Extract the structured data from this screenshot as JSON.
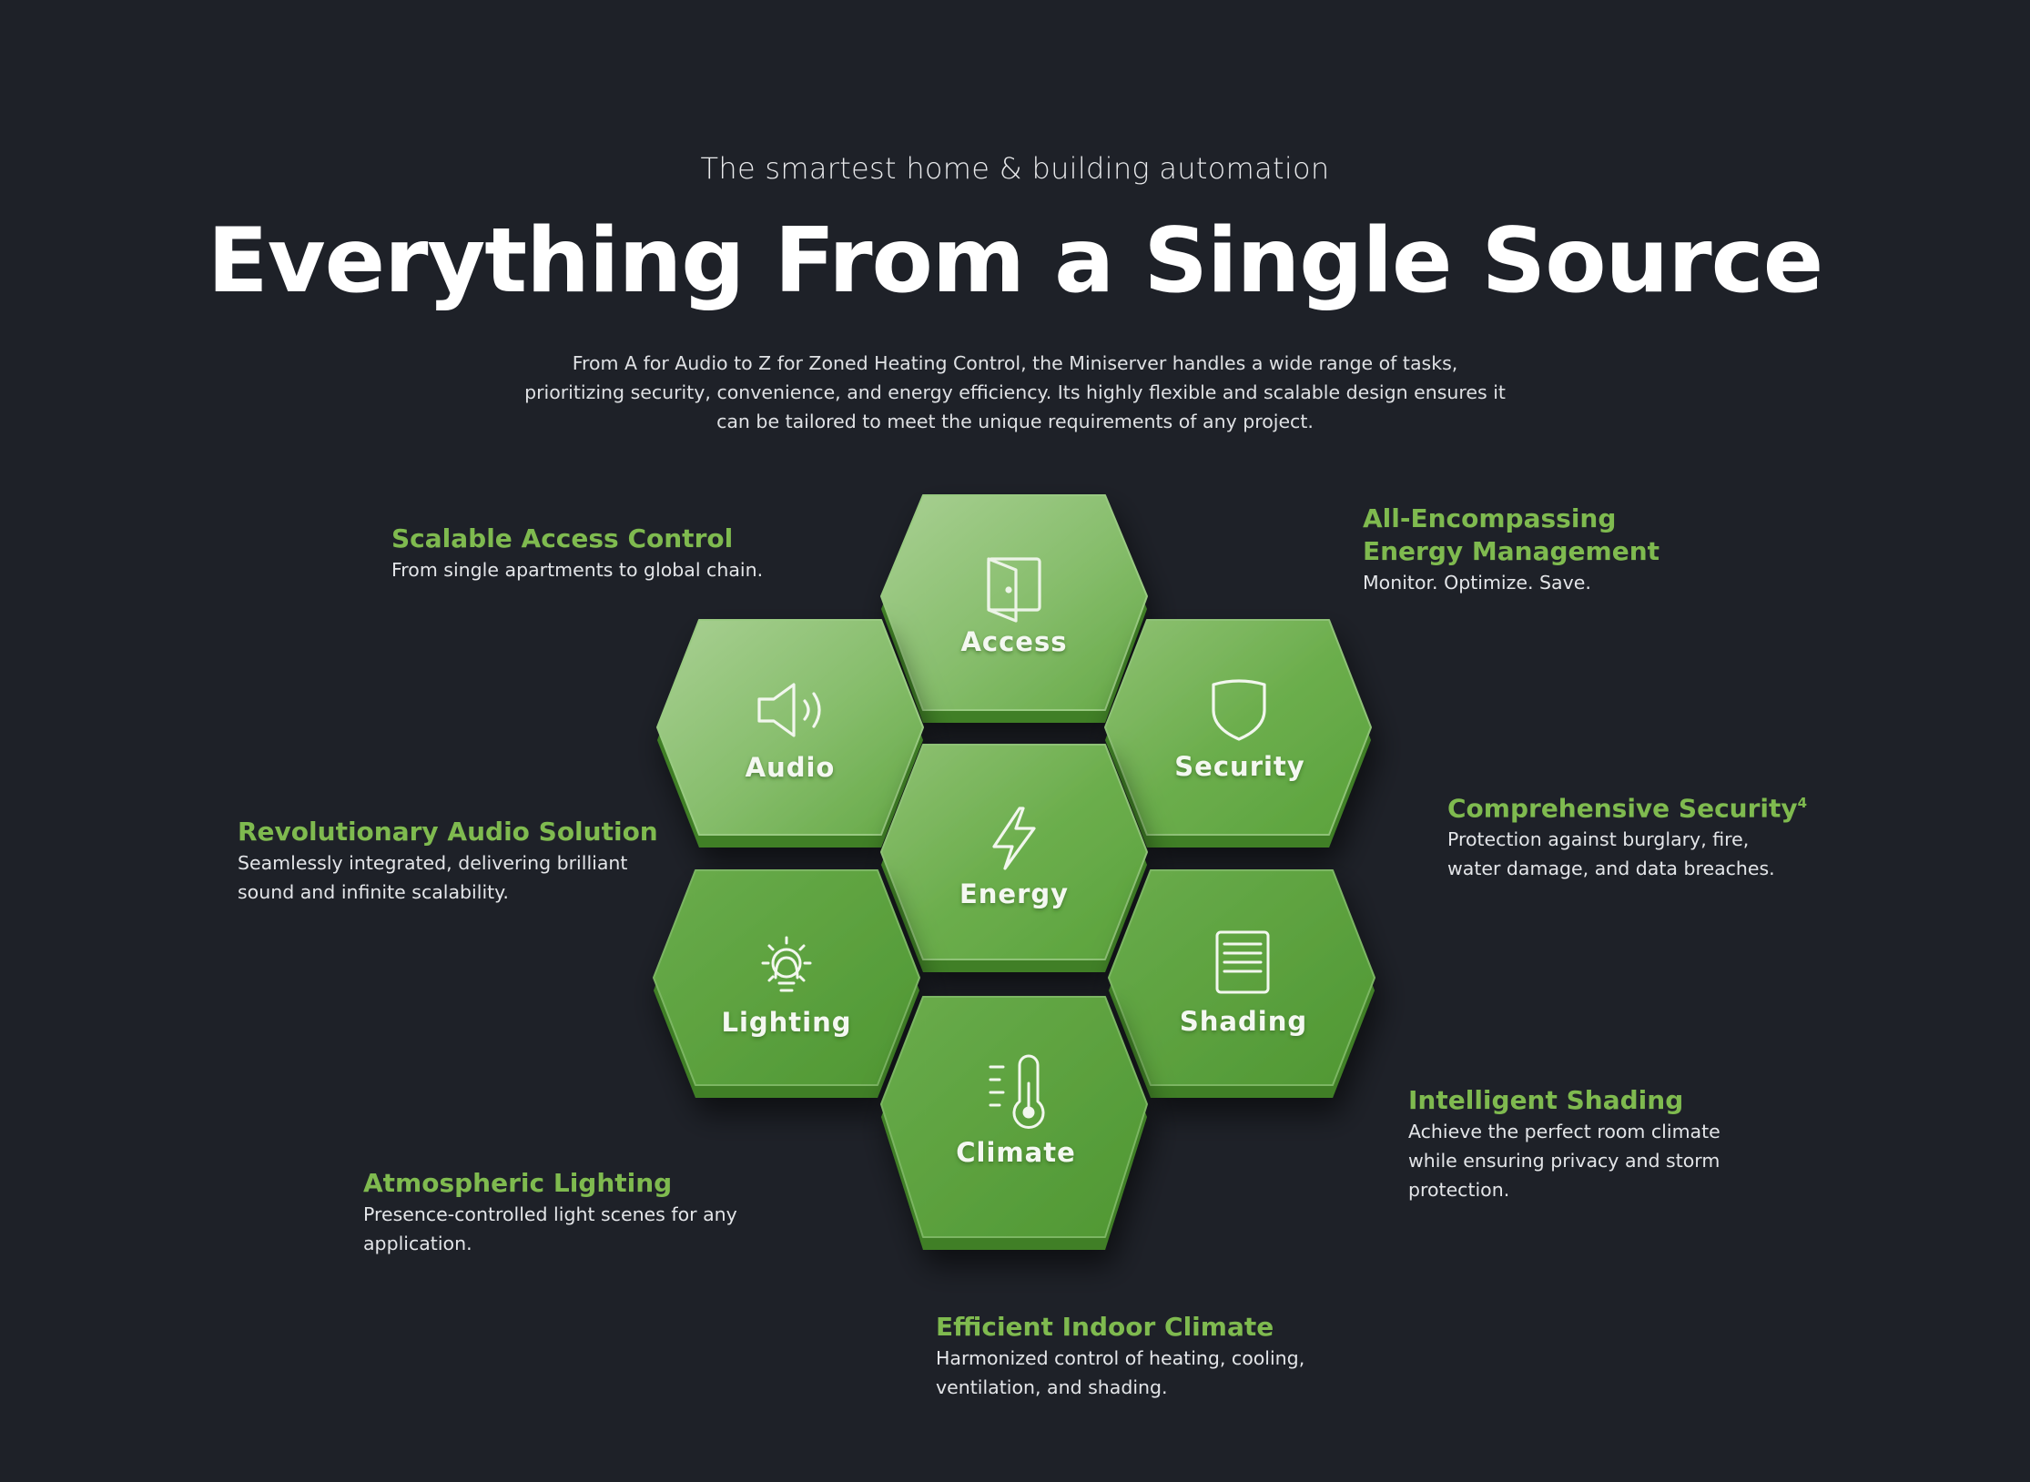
{
  "header": {
    "subtitle": "The smartest home & building automation",
    "title": "Everything From a Single Source",
    "intro_lines": [
      "From A for Audio to Z for Zoned Heating Control, the Miniserver handles a wide range of tasks,",
      "prioritizing security, convenience, and energy efficiency. Its highly flexible and scalable design ensures it",
      "can be tailored to meet the unique requirements of any project."
    ]
  },
  "colors": {
    "background": "#1e2128",
    "accent_green": "#7fba4f",
    "tile_green": "#5a9e3c",
    "tile_light": "#8cc07a"
  },
  "hexagons": [
    {
      "label": "Access",
      "icon": "door-icon"
    },
    {
      "label": "Audio",
      "icon": "speaker-icon"
    },
    {
      "label": "Security",
      "icon": "shield-icon"
    },
    {
      "label": "Energy",
      "icon": "lightning-icon"
    },
    {
      "label": "Lighting",
      "icon": "lightbulb-icon"
    },
    {
      "label": "Shading",
      "icon": "blind-icon"
    },
    {
      "label": "Climate",
      "icon": "thermometer-icon"
    }
  ],
  "features": {
    "access": {
      "title": "Scalable Access Control",
      "lines": [
        "From single apartments to global chain."
      ]
    },
    "energy": {
      "title_lines": [
        "All-Encompassing",
        "Energy Management"
      ],
      "lines": [
        "Monitor. Optimize. Save."
      ]
    },
    "security": {
      "title": "Comprehensive Security",
      "title_sup": "4",
      "lines": [
        "Protection against burglary, fire,",
        "water damage, and data breaches."
      ]
    },
    "audio": {
      "title": "Revolutionary Audio Solution",
      "lines": [
        "Seamlessly integrated, delivering brilliant",
        "sound and infinite scalability."
      ]
    },
    "shading": {
      "title": "Intelligent Shading",
      "lines": [
        "Achieve the perfect room climate",
        "while ensuring privacy and storm",
        "protection."
      ]
    },
    "lighting": {
      "title": "Atmospheric Lighting",
      "lines": [
        "Presence-controlled light scenes for any",
        "application."
      ]
    },
    "climate": {
      "title": "Efficient Indoor Climate",
      "lines": [
        "Harmonized control of heating, cooling,",
        "ventilation, and shading."
      ]
    }
  }
}
